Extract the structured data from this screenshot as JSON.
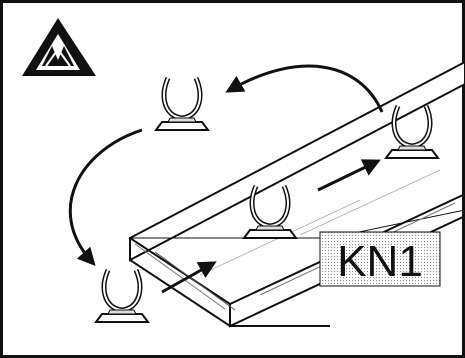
{
  "label": {
    "text": "KN1"
  },
  "logo": {
    "name": "triangle-logo",
    "colors": {
      "mark": "#111111"
    }
  },
  "clips": [
    {
      "name": "clip-top-left"
    },
    {
      "name": "clip-top-right"
    },
    {
      "name": "clip-middle"
    },
    {
      "name": "clip-bottom-left"
    }
  ],
  "arrows": [
    {
      "name": "arrow-top-right-to-top-left"
    },
    {
      "name": "arrow-top-left-to-bottom-left"
    },
    {
      "name": "arrow-bottom-left-to-middle"
    },
    {
      "name": "arrow-middle-to-top-right"
    }
  ]
}
